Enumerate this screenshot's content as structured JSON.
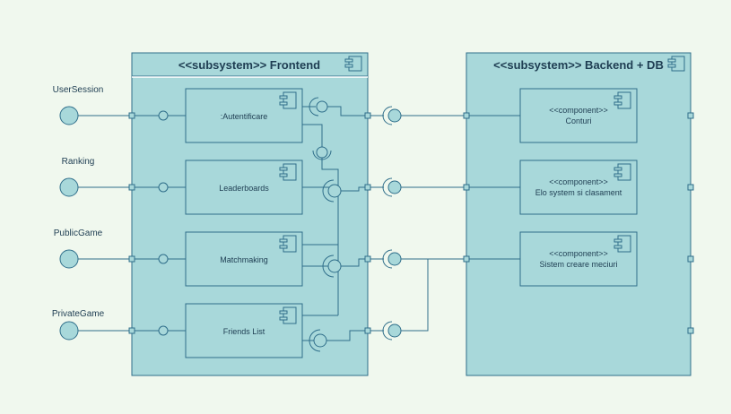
{
  "frontend": {
    "title": "<<subsystem>> Frontend"
  },
  "backend": {
    "title": "<<subsystem>> Backend + DB"
  },
  "external_interfaces": [
    {
      "label": "UserSession"
    },
    {
      "label": "Ranking"
    },
    {
      "label": "PublicGame"
    },
    {
      "label": "PrivateGame"
    }
  ],
  "frontend_components": [
    {
      "label": ":Autentificare"
    },
    {
      "label": "Leaderboards"
    },
    {
      "label": "Matchmaking"
    },
    {
      "label": "Friends List"
    }
  ],
  "backend_components": [
    {
      "stereotype": "<<component>>",
      "label": "Conturi"
    },
    {
      "stereotype": "<<component>>",
      "label": "Elo system si clasament"
    },
    {
      "stereotype": "<<component>>",
      "label": "Sistem creare meciuri"
    }
  ],
  "colors": {
    "background": "#f0f8ee",
    "fill": "#a8d8da",
    "stroke": "#2f6e8a",
    "text": "#1e3d52"
  }
}
